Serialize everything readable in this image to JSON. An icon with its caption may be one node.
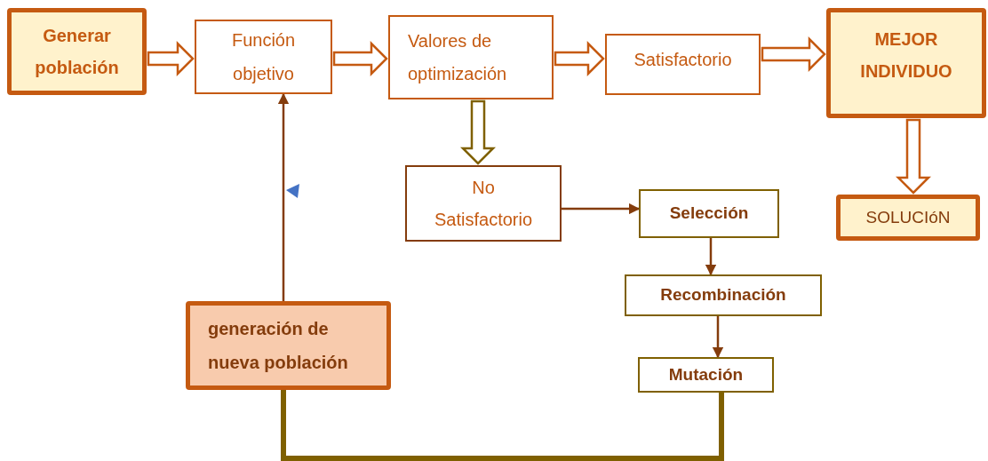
{
  "diagram": {
    "nodes": [
      {
        "text": [
          "Generar población"
        ]
      },
      {
        "text": [
          "Función objetivo"
        ]
      },
      {
        "text": [
          "Valores de optimización"
        ]
      },
      {
        "text": [
          "Satisfactorio"
        ]
      },
      {
        "text": [
          "MEJOR INDIVIDUO"
        ]
      },
      {
        "text": [
          "SOLUCIóN"
        ]
      },
      {
        "text": [
          "No Satisfactorio"
        ]
      },
      {
        "text": [
          "Selección"
        ]
      },
      {
        "text": [
          "Recombinación"
        ]
      },
      {
        "text": [
          "Mutación"
        ]
      },
      {
        "text": [
          "generación de nueva población"
        ]
      }
    ],
    "edges": [
      {
        "from": 0,
        "to": 1,
        "arrow": "to",
        "style": "thick"
      },
      {
        "from": 1,
        "to": 2,
        "arrow": "to",
        "style": "thick"
      },
      {
        "from": 2,
        "to": 3,
        "arrow": "to",
        "style": "thick"
      },
      {
        "from": 3,
        "to": 4,
        "arrow": "to",
        "style": "thick"
      },
      {
        "from": 4,
        "to": 5,
        "arrow": "to",
        "style": "thick"
      },
      {
        "from": 2,
        "to": 6,
        "arrow": "to",
        "style": "thick",
        "color": "#7f6000"
      },
      {
        "from": 6,
        "to": 7,
        "arrow": "to",
        "color": "#843c0c"
      },
      {
        "from": 7,
        "to": 8,
        "arrow": "to",
        "color": "#843c0c"
      },
      {
        "from": 8,
        "to": 9,
        "arrow": "to",
        "color": "#843c0c"
      },
      {
        "from": 10,
        "to": 1,
        "arrow": "to",
        "color": "#843c0c"
      },
      {
        "from": 9,
        "to": 10,
        "arrow": "none",
        "style": "thick",
        "color": "#7f6000"
      }
    ]
  }
}
